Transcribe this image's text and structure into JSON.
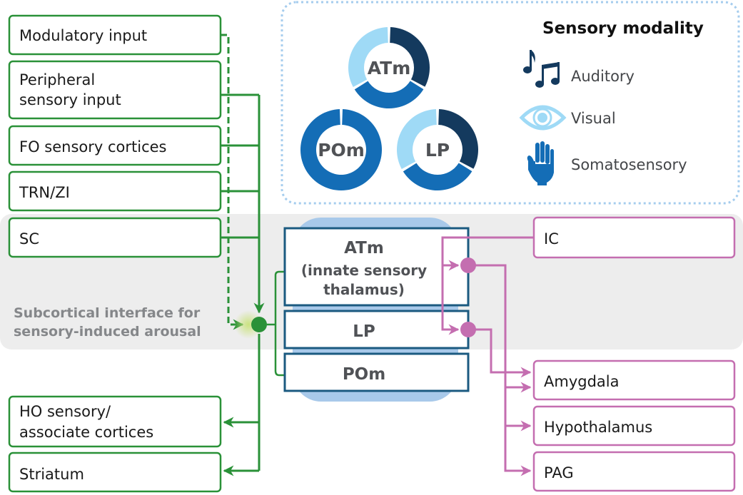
{
  "colors": {
    "green": "#2a9138",
    "pink": "#c46eb0",
    "thalamus_border": "#1b5a80",
    "thalamus_bg": "#a8c9ea",
    "band_bg": "#ededed",
    "dotted_border": "#a6cdee",
    "auditory": "#143a5e",
    "visual": "#9fdaf6",
    "somatosensory": "#146db6"
  },
  "inputs": [
    {
      "id": "modulatory",
      "label_lines": [
        "Modulatory input"
      ],
      "connection": "dashed"
    },
    {
      "id": "peripheral",
      "label_lines": [
        "Peripheral",
        "sensory input"
      ],
      "connection": "solid"
    },
    {
      "id": "fo-cortices",
      "label_lines": [
        "FO sensory cortices"
      ],
      "connection": "solid"
    },
    {
      "id": "trn-zi",
      "label_lines": [
        "TRN/ZI"
      ],
      "connection": "solid"
    },
    {
      "id": "sc",
      "label_lines": [
        "SC"
      ],
      "connection": "solid"
    }
  ],
  "outputs_left": [
    {
      "id": "ho-cortices",
      "label_lines": [
        "HO sensory/",
        "associate cortices"
      ]
    },
    {
      "id": "striatum",
      "label_lines": [
        "Striatum"
      ]
    }
  ],
  "band": {
    "label_lines": [
      "Subcortical interface for",
      "sensory-induced arousal"
    ]
  },
  "thalamus": {
    "nuclei": [
      {
        "id": "atm",
        "label_lines": [
          "ATm",
          "(innate sensory",
          "thalamus)"
        ]
      },
      {
        "id": "lp",
        "label_lines": [
          "LP"
        ]
      },
      {
        "id": "pom",
        "label_lines": [
          "POm"
        ]
      }
    ]
  },
  "right_input": {
    "id": "ic",
    "label_lines": [
      "IC"
    ]
  },
  "outputs_right": [
    {
      "id": "amygdala",
      "label_lines": [
        "Amygdala"
      ]
    },
    {
      "id": "hypothalamus",
      "label_lines": [
        "Hypothalamus"
      ]
    },
    {
      "id": "pag",
      "label_lines": [
        "PAG"
      ]
    }
  ],
  "sensory_modality": {
    "title": "Sensory modality",
    "legend": [
      {
        "id": "auditory",
        "label": "Auditory",
        "icon": "music-notes-icon"
      },
      {
        "id": "visual",
        "label": "Visual",
        "icon": "eye-icon"
      },
      {
        "id": "somatosensory",
        "label": "Somatosensory",
        "icon": "hand-icon"
      }
    ],
    "donuts": [
      {
        "id": "atm",
        "label": "ATm",
        "shares": {
          "auditory": 0.333,
          "somatosensory": 0.333,
          "visual": 0.334
        }
      },
      {
        "id": "pom",
        "label": "POm",
        "shares": {
          "auditory": 0,
          "somatosensory": 1.0,
          "visual": 0
        }
      },
      {
        "id": "lp",
        "label": "LP",
        "shares": {
          "auditory": 0.333,
          "somatosensory": 0.333,
          "visual": 0.334
        }
      }
    ]
  }
}
